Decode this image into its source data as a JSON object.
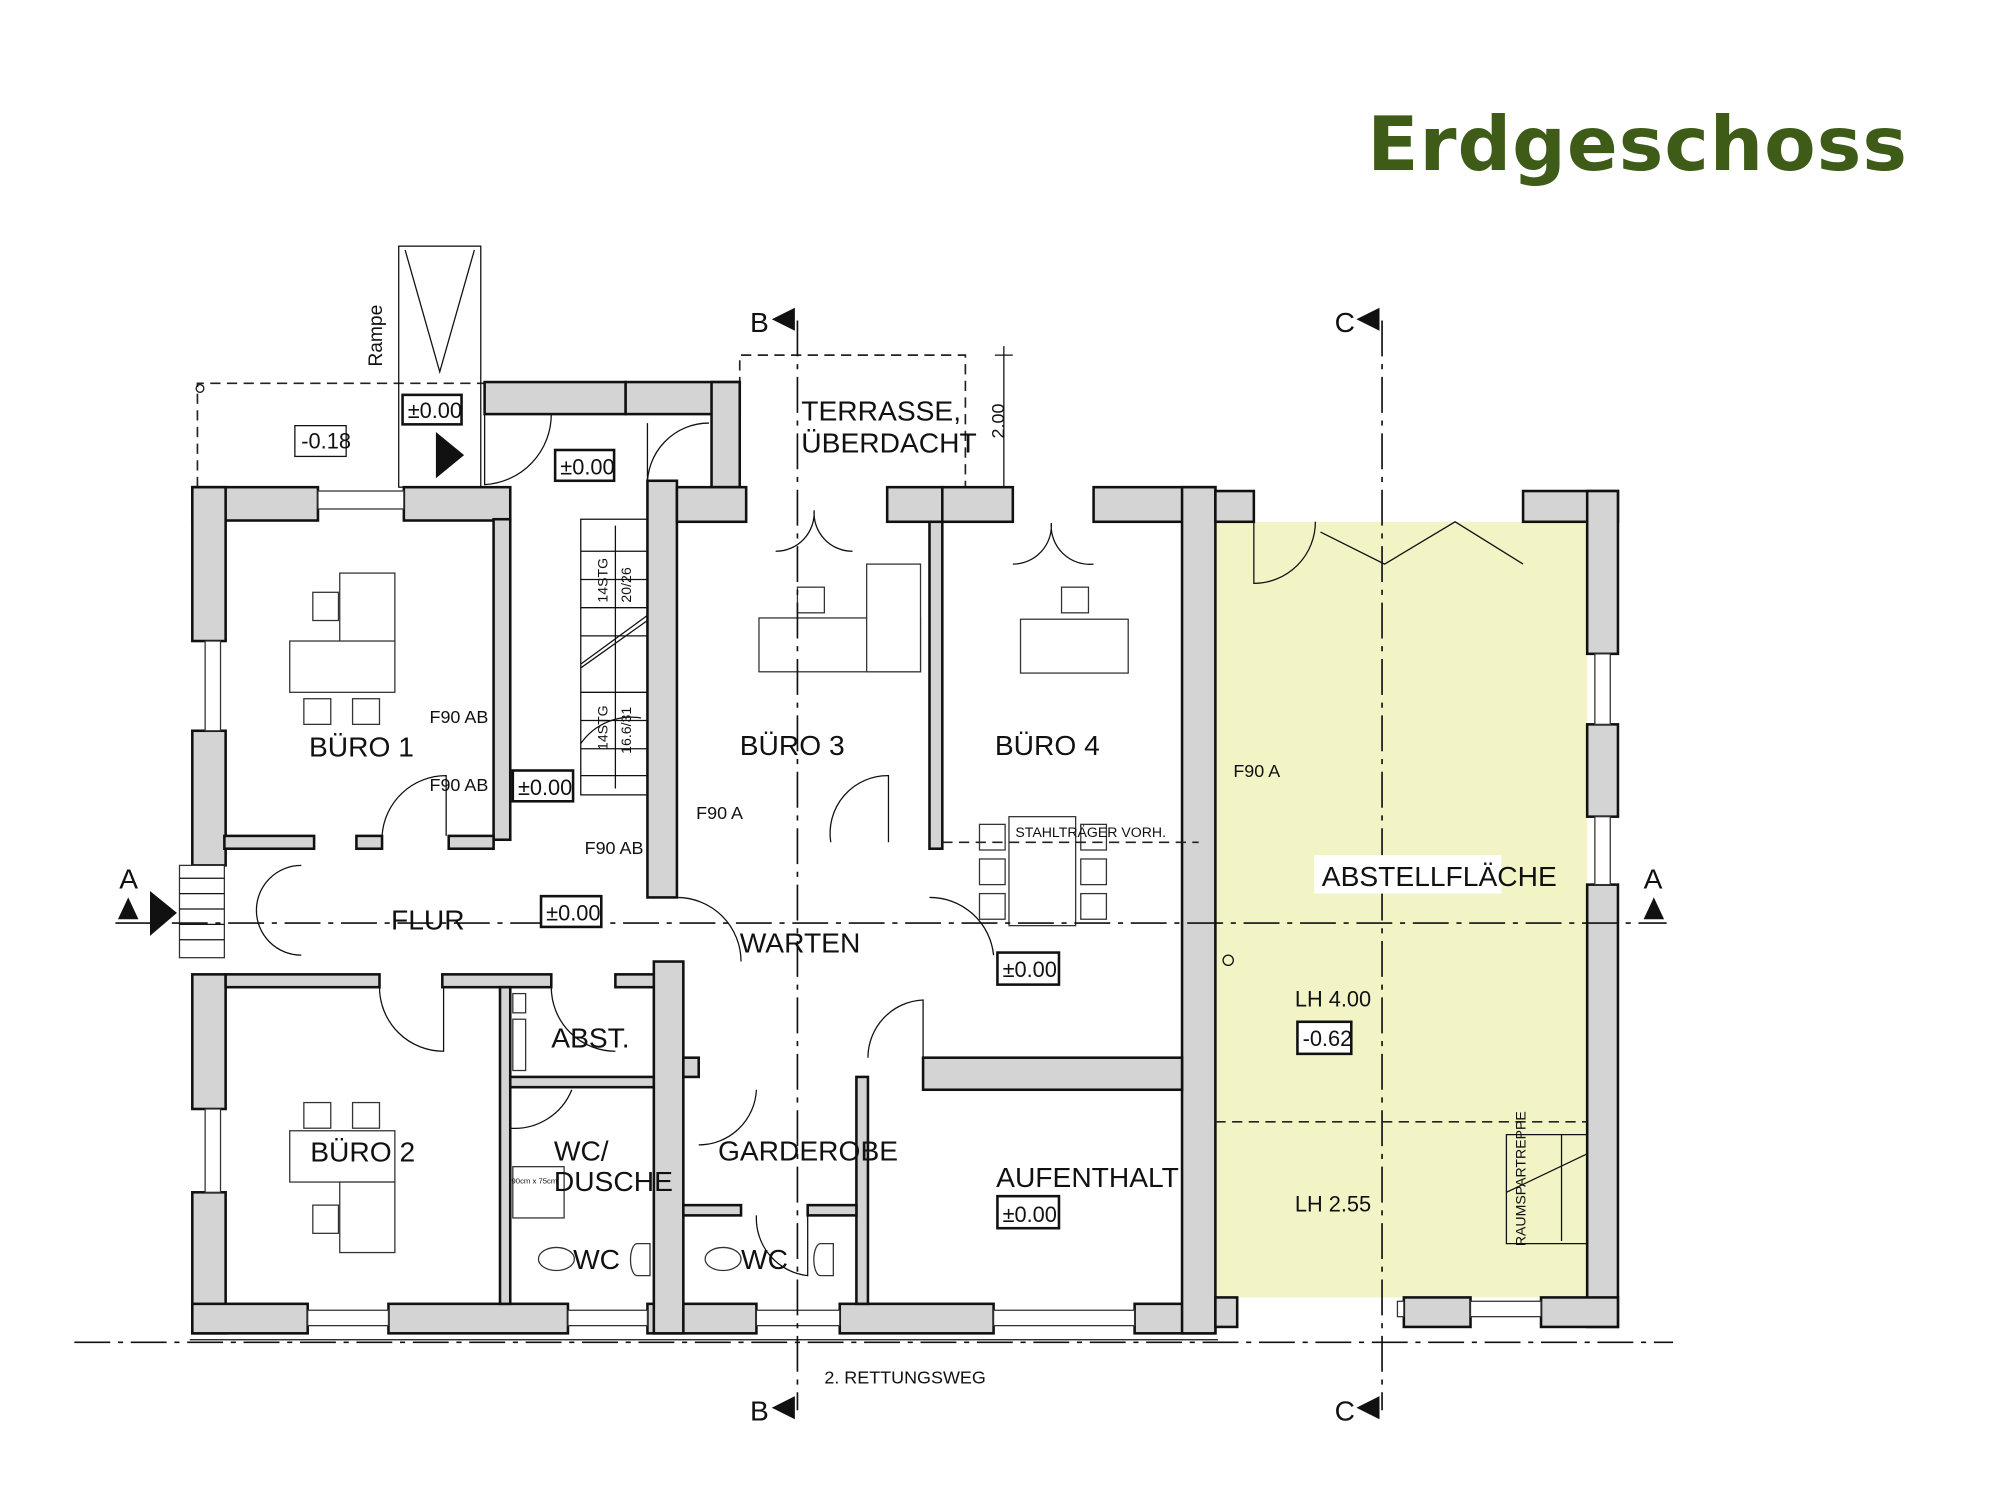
{
  "title": "Erdgeschoss",
  "colors": {
    "title": "#3e5c18",
    "storage_fill": "#f2f4c6",
    "wall": "#d4d4d4"
  },
  "rooms": {
    "buero1": "BÜRO 1",
    "buero2": "BÜRO 2",
    "buero3": "BÜRO 3",
    "buero4": "BÜRO 4",
    "flur": "FLUR",
    "warten": "WARTEN",
    "abst": "ABST.",
    "wc_dusche_1": "WC/",
    "wc_dusche_2": "DUSCHE",
    "wc1": "WC",
    "wc2": "WC",
    "garderobe": "GARDEROBE",
    "aufenthalt": "AUFENTHALT",
    "abstellflaeche": "ABSTELLFLÄCHE",
    "terrasse_1": "TERRASSE,",
    "terrasse_2": "ÜBERDACHT"
  },
  "levels": [
    "±0.00",
    "-0.18",
    "±0.00",
    "±0.00",
    "±0.00",
    "±0.00",
    "±0.00",
    "-0.62"
  ],
  "annotations": {
    "rampe": "Rampe",
    "f90ab": "F90 AB",
    "f90a": "F90 A",
    "stair_upper_1": "14STG",
    "stair_upper_2": "20/26",
    "stair_lower_1": "14STG",
    "stair_lower_2": "16.6/31",
    "dim_200": "2.00",
    "stahltraeger": "STAHLTRÄGER VORH.",
    "lh_400": "LH  4.00",
    "lh_255": "LH  2.55",
    "rettungsweg": "2. RETTUNGSWEG",
    "raumspartreppe": "RAUMSPARTREPPE",
    "shower_size": "90cm x 75cm"
  },
  "sections": {
    "a": "A",
    "b": "B",
    "c": "C"
  }
}
